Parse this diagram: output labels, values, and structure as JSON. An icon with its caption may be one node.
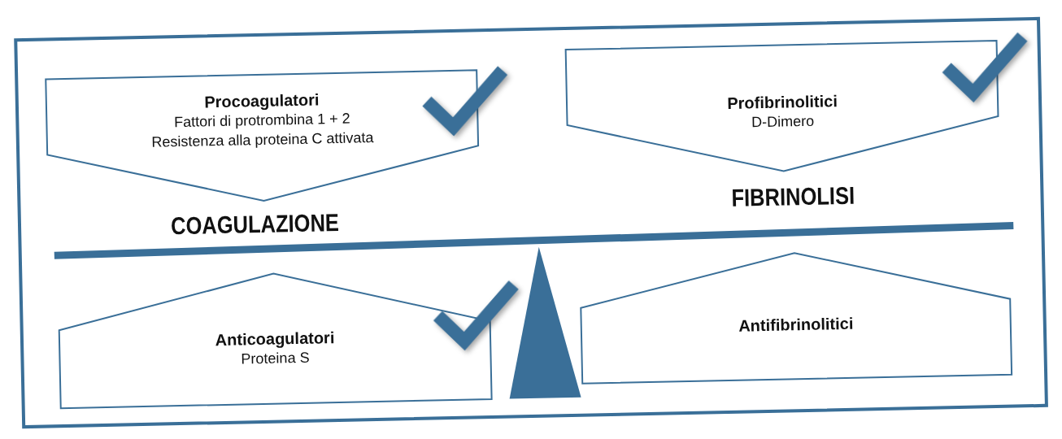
{
  "diagram": {
    "nodes": [
      {
        "text": [
          "Procoagulatori",
          "Fattori di protrombina 1 + 2",
          "Resistenza alla proteina C attivata"
        ]
      },
      {
        "text": [
          "Profibrinolitici",
          "D-Dimero"
        ]
      },
      {
        "text": [
          "Anticoagulatori",
          "Proteina S"
        ]
      },
      {
        "text": [
          "Antifibrinolitici"
        ]
      }
    ],
    "edges": [],
    "labels": [
      "COAGULAZIONE",
      "FIBRINOLISI"
    ]
  }
}
